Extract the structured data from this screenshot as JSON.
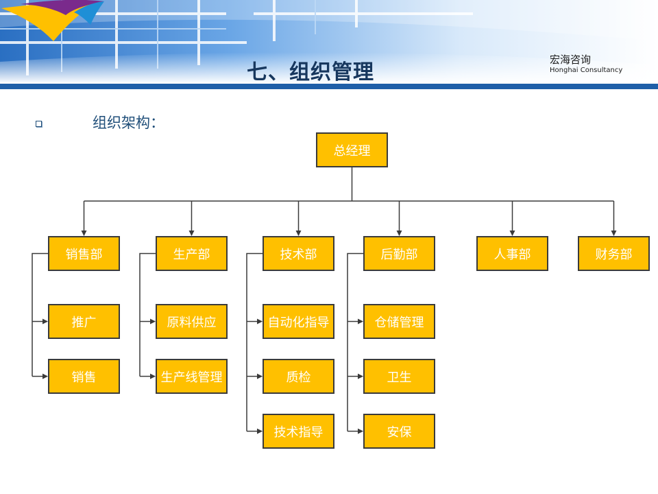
{
  "header": {
    "title": "七、组织管理",
    "logo_cn": "宏海咨询",
    "logo_en": "Honghai Consultancy",
    "colors": {
      "title": "#17375e",
      "band": "#1f5fa8",
      "node_fill": "#ffc000"
    }
  },
  "section": {
    "bullet_icon": "hollow-square-bullet-icon",
    "label": "组织架构："
  },
  "org": {
    "root": "总经理",
    "departments": [
      {
        "name": "销售部",
        "children": [
          "推广",
          "销售"
        ]
      },
      {
        "name": "生产部",
        "children": [
          "原料供应",
          "生产线管理"
        ]
      },
      {
        "name": "技术部",
        "children": [
          "自动化指导",
          "质检",
          "技术指导"
        ]
      },
      {
        "name": "后勤部",
        "children": [
          "仓储管理",
          "卫生",
          "安保"
        ]
      },
      {
        "name": "人事部",
        "children": []
      },
      {
        "name": "财务部",
        "children": []
      }
    ]
  }
}
